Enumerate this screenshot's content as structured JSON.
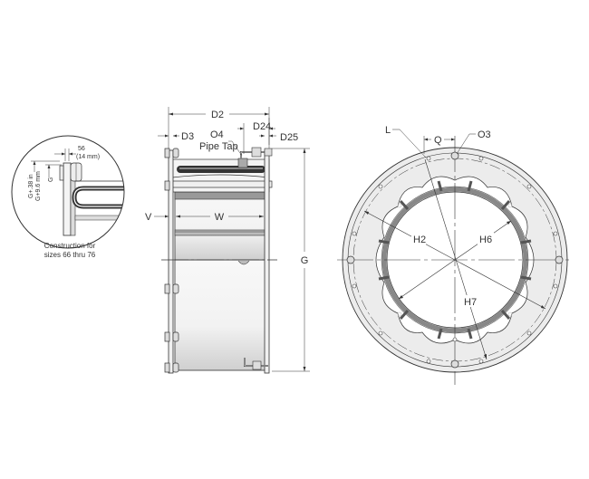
{
  "diagram": {
    "title": "Clutch / brake element dimension drawing",
    "detail_view": {
      "dim_top": "56",
      "dim_top_mm": "(14 mm)",
      "dim_g": "G",
      "dim_g_in": "G+.38 in",
      "dim_g_mm": "G+9.6 mm",
      "caption_line1": "Construction for",
      "caption_line2": "sizes 66 thru 76"
    },
    "side_view": {
      "labels": {
        "d2": "D2",
        "d3": "D3",
        "d24": "D24",
        "d25": "D25",
        "o4": "O4",
        "pipe_tap": "Pipe Tap",
        "v": "V",
        "w": "W",
        "g": "G"
      }
    },
    "front_view": {
      "labels": {
        "l": "L",
        "q": "Q",
        "o3": "O3",
        "h2": "H2",
        "h6": "H6",
        "h7": "H7"
      }
    }
  },
  "colors": {
    "line": "#333333",
    "fill_light": "#ececec",
    "fill_dark": "#555555",
    "background": "#ffffff"
  }
}
